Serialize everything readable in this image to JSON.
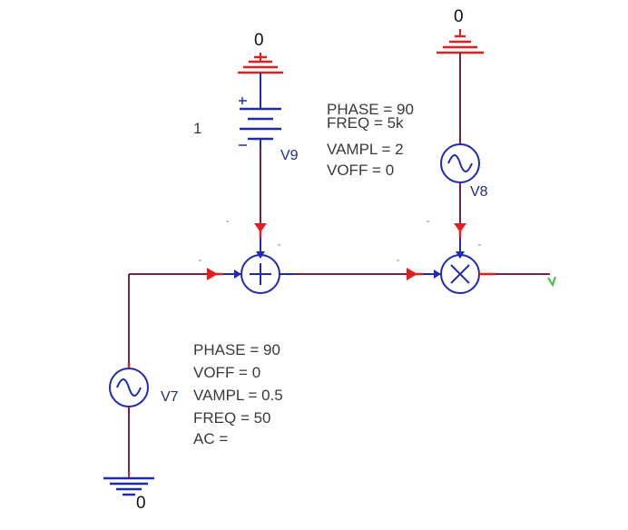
{
  "colors": {
    "wire": "#7a1f4a",
    "pin": "#e02020",
    "component": "#1f2ab0",
    "text": "#3a3a3a",
    "refdes": "#1f2a8a",
    "probe": "#40c040"
  },
  "grounds": {
    "v9_ground_label": "0",
    "v8_ground_label": "0",
    "v7_ground_label": "0"
  },
  "v9": {
    "refdes": "V9",
    "value": "1"
  },
  "v8": {
    "refdes": "V8",
    "params": [
      "PHASE = 90",
      "FREQ = 5k",
      "VAMPL = 2",
      "VOFF = 0"
    ]
  },
  "v7": {
    "refdes": "V7",
    "params": [
      "PHASE = 90",
      "VOFF = 0",
      "VAMPL = 0.5",
      "FREQ = 50",
      "AC ="
    ]
  },
  "blocks": {
    "summer_icon": "plus-in-circle",
    "multiplier_icon": "x-in-circle",
    "source_icon": "sine-in-circle",
    "dc_icon": "battery"
  }
}
